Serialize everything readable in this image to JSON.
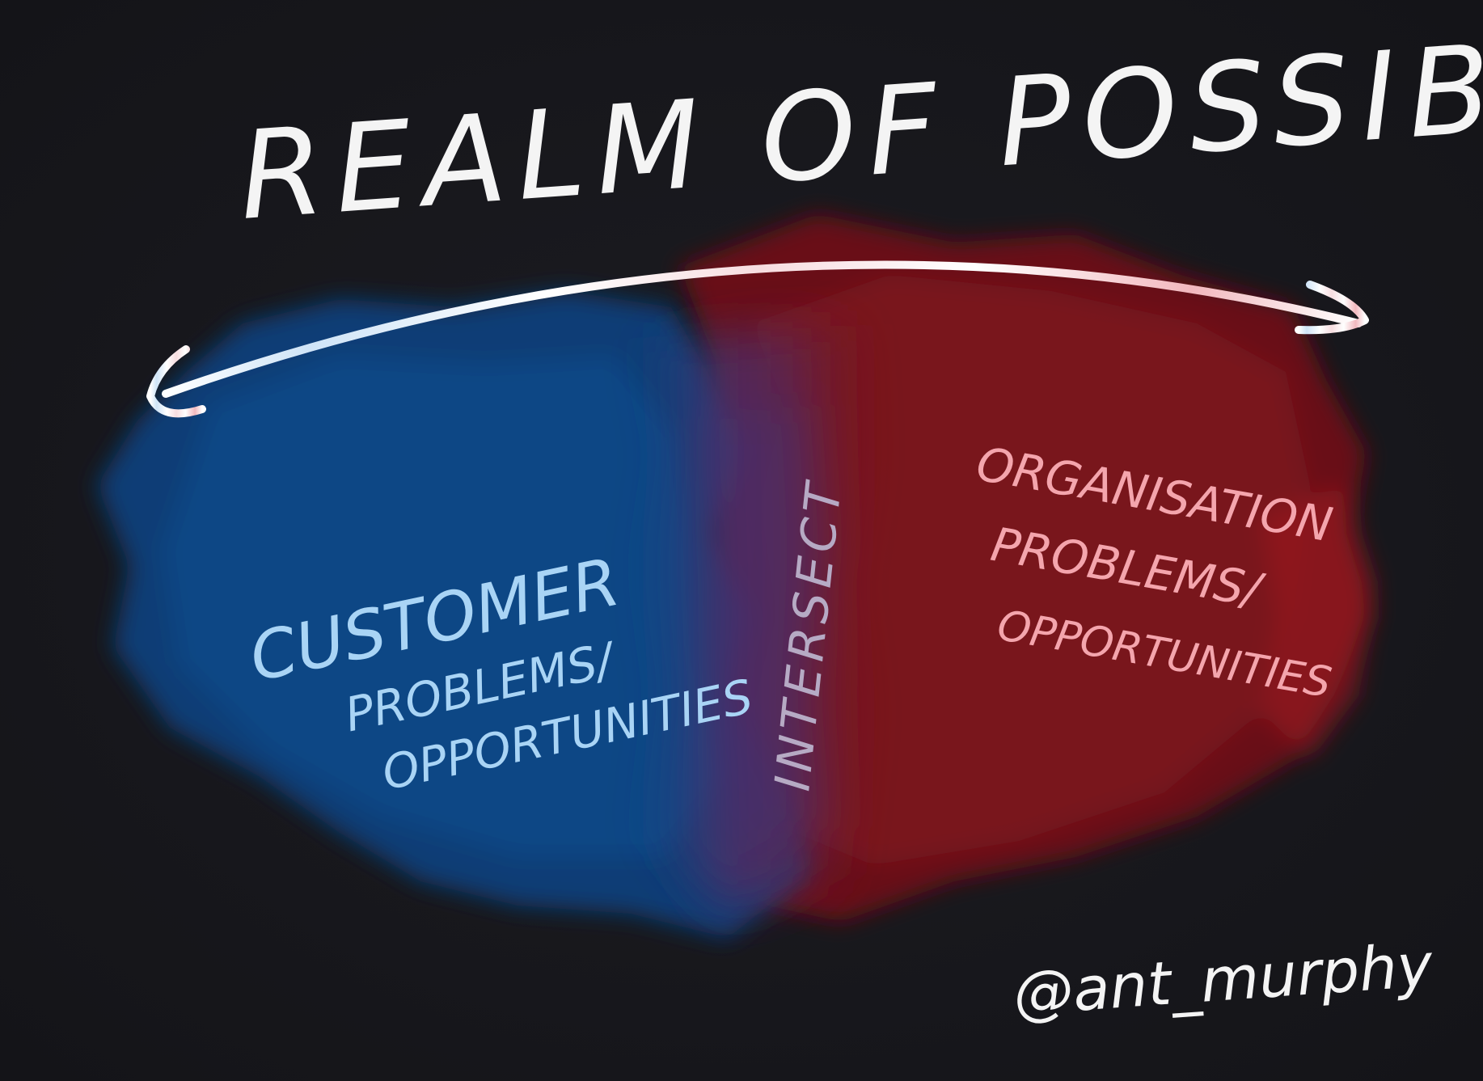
{
  "title": "Realm of Possibilities",
  "left_region": {
    "lines": [
      "Customer",
      "Problems/",
      "Opportunities"
    ],
    "color": "#0e4a8a",
    "text_color": "#a9d4f5"
  },
  "intersect": {
    "label": "Intersect",
    "text_color": "#b6aac4"
  },
  "right_region": {
    "lines": [
      "Organisation",
      "Problems/",
      "Opportunities"
    ],
    "color": "#7a1219",
    "text_color": "#f4a5ad"
  },
  "arrow": {
    "direction": "double-headed",
    "color": "#f4f4f4"
  },
  "credit": "@ant_murphy"
}
